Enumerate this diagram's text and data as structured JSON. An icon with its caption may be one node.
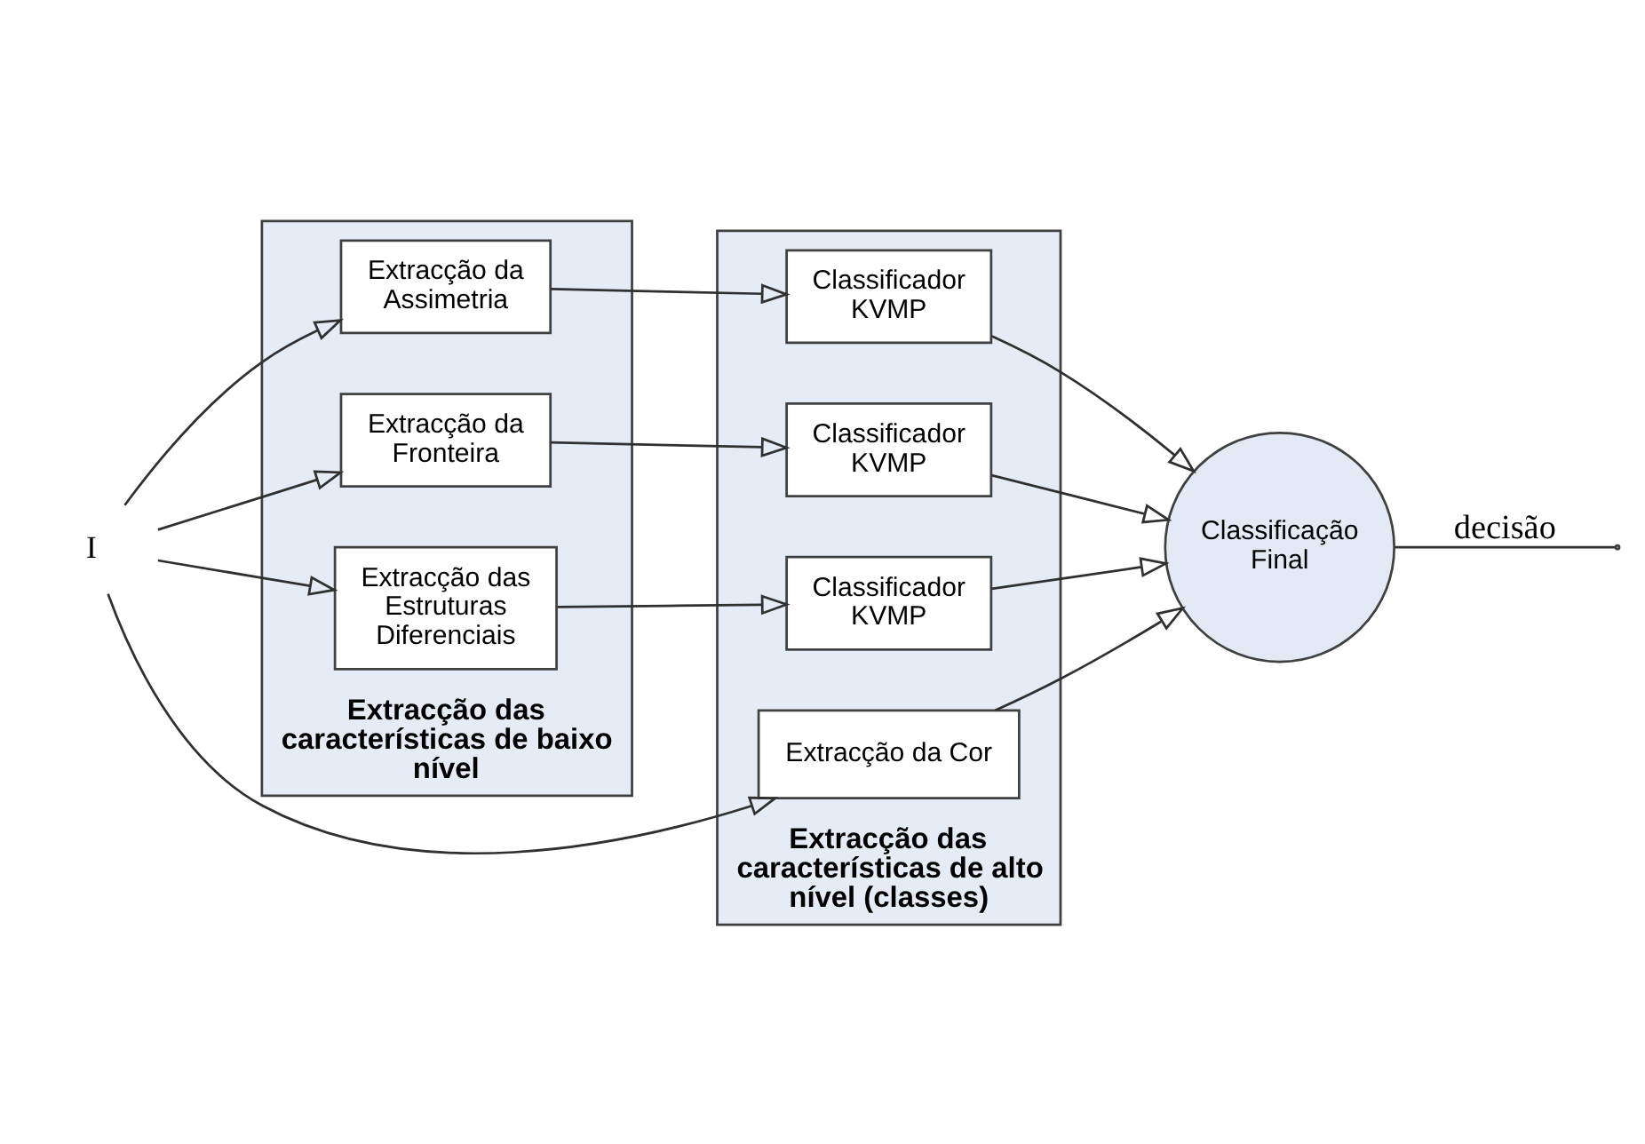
{
  "diagram": {
    "nodes": [
      {
        "text": [
          "I"
        ]
      },
      {
        "text": [
          "Extracção das características de baixo nível"
        ]
      },
      {
        "text": [
          "Extracção da Assimetria"
        ],
        "in": 1
      },
      {
        "text": [
          "Extracção da Fronteira"
        ],
        "in": 1
      },
      {
        "text": [
          "Extracção das Estruturas Diferenciais"
        ],
        "in": 1
      },
      {
        "text": [
          "Extracção das características de alto nível (classes)"
        ]
      },
      {
        "text": [
          "Classificador KVMP"
        ],
        "in": 5
      },
      {
        "text": [
          "Classificador KVMP"
        ],
        "in": 5
      },
      {
        "text": [
          "Extracção da Cor"
        ],
        "in": 5
      },
      {
        "text": [
          "Classificador KVMP"
        ],
        "in": 5
      },
      {
        "text": [
          "Classificação Final"
        ]
      }
    ],
    "edges": [
      {
        "from": 0,
        "to": 2,
        "arrow": "to"
      },
      {
        "from": 0,
        "to": 3,
        "arrow": "to"
      },
      {
        "from": 0,
        "to": 8,
        "arrow": "to"
      },
      {
        "from": 0,
        "to": 4,
        "arrow": "to"
      },
      {
        "from": 2,
        "to": 6,
        "arrow": "to"
      },
      {
        "from": 3,
        "to": 7,
        "arrow": "to"
      },
      {
        "from": 4,
        "to": 9,
        "arrow": "to"
      },
      {
        "from": 6,
        "to": 10,
        "arrow": "to"
      },
      {
        "from": 7,
        "to": 10,
        "arrow": "to"
      },
      {
        "from": 8,
        "to": 10,
        "arrow": "to"
      },
      {
        "from": 9,
        "to": 10,
        "arrow": "to"
      },
      {
        "from": 10,
        "to": null,
        "arrow": "none",
        "label": "decisão"
      }
    ]
  }
}
